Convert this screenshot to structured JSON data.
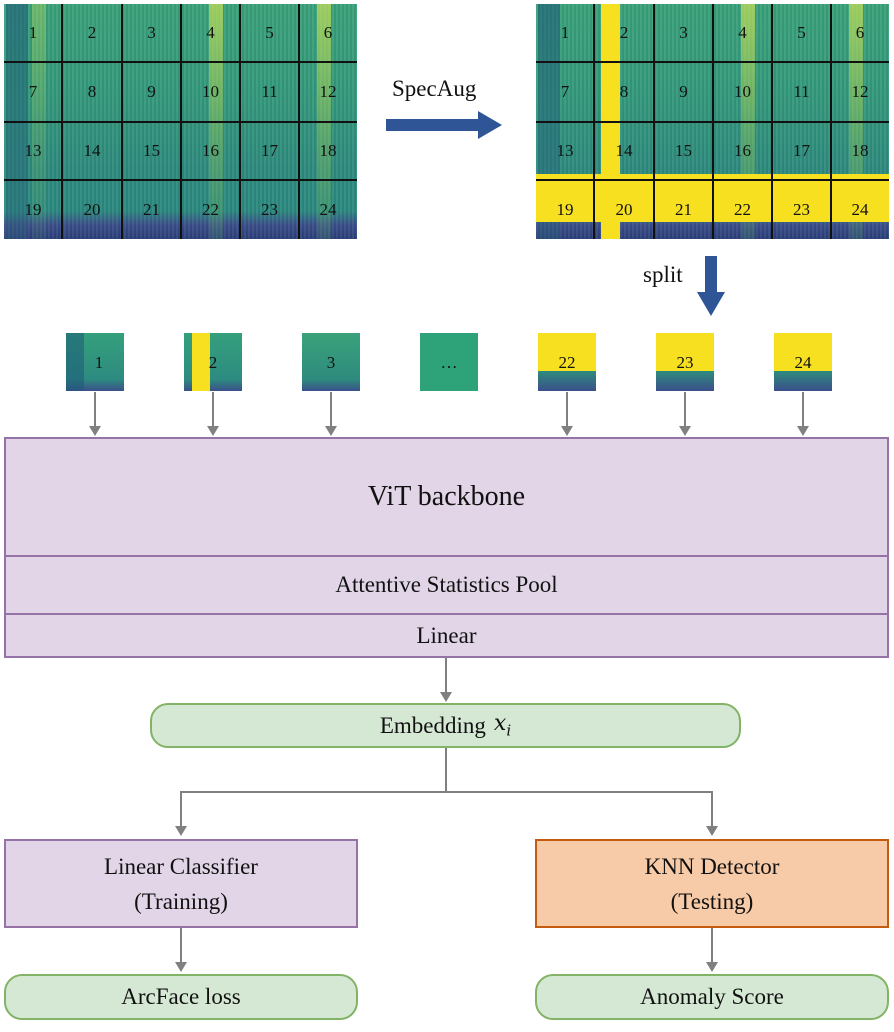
{
  "grid_numbers": [
    "1",
    "2",
    "3",
    "4",
    "5",
    "6",
    "7",
    "8",
    "9",
    "10",
    "11",
    "12",
    "13",
    "14",
    "15",
    "16",
    "17",
    "18",
    "19",
    "20",
    "21",
    "22",
    "23",
    "24"
  ],
  "specaug_label": "SpecAug",
  "split_label": "split",
  "patches": [
    "1",
    "2",
    "3",
    "…",
    "22",
    "23",
    "24"
  ],
  "vit_backbone": "ViT backbone",
  "pool": "Attentive Statistics Pool",
  "linear": "Linear",
  "embedding": "Embedding",
  "embedding_math_var": "x",
  "embedding_math_sub": "i",
  "classifier_line1": "Linear Classifier",
  "classifier_line2": "(Training)",
  "detector_line1": "KNN Detector",
  "detector_line2": "(Testing)",
  "arcface": "ArcFace loss",
  "anomaly": "Anomaly Score",
  "colors": {
    "box_purple": "#e1d5e7",
    "box_green": "#d5e8d4",
    "box_orange": "#f8cba8",
    "arrow_blue": "#2f5597",
    "mask_yellow": "#f6e01f"
  }
}
